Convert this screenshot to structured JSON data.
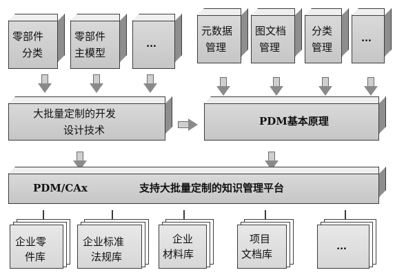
{
  "top_left_boxes": [
    {
      "line1": "零部件",
      "line2": "分类"
    },
    {
      "line1": "零部件",
      "line2": "主模型"
    },
    {
      "line1": "…",
      "line2": ""
    }
  ],
  "top_right_boxes": [
    {
      "line1": "元数据",
      "line2": "管理"
    },
    {
      "line1": "图文档",
      "line2": "管理"
    },
    {
      "line1": "分类",
      "line2": "管理"
    },
    {
      "line1": "…",
      "line2": ""
    }
  ],
  "middle_left": {
    "line1": "大批量定制的开发",
    "line2": "设计技术"
  },
  "middle_right": {
    "text": "PDM基本原理"
  },
  "platform": {
    "left": "PDM/CAx",
    "right": "支持大批量定制的知识管理平台"
  },
  "libraries": [
    {
      "line1": "企业零",
      "line2": "件库"
    },
    {
      "line1": "企业标准",
      "line2": "法规库"
    },
    {
      "line1": "企业",
      "line2": "材料库"
    },
    {
      "line1": "项目",
      "line2": "文档库"
    },
    {
      "line1": "…",
      "line2": ""
    }
  ]
}
